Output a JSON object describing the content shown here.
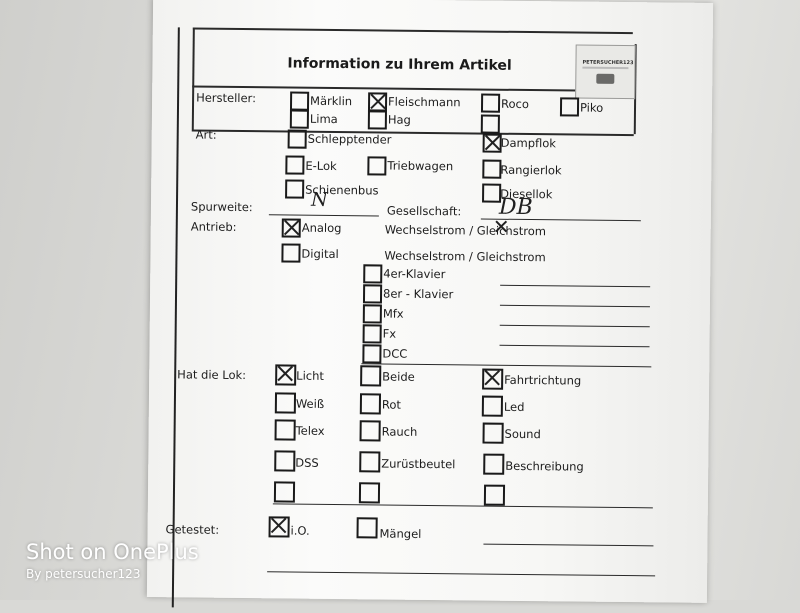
{
  "form": {
    "title": "Information zu Ihrem Artikel",
    "logo": {
      "text": "PETERSUCHER123"
    },
    "hersteller": {
      "label": "Hersteller:",
      "options": [
        {
          "label": "Märklin",
          "checked": false
        },
        {
          "label": "Fleischmann",
          "checked": true
        },
        {
          "label": "Roco",
          "checked": false
        },
        {
          "label": "Piko",
          "checked": false
        },
        {
          "label": "Lima",
          "checked": false
        },
        {
          "label": "Hag",
          "checked": false
        }
      ]
    },
    "art": {
      "label": "Art:",
      "options": [
        {
          "label": "Schlepptender",
          "checked": false
        },
        {
          "label": "Dampflok",
          "checked": true
        },
        {
          "label": "E-Lok",
          "checked": false
        },
        {
          "label": "Triebwagen",
          "checked": false
        },
        {
          "label": "Rangierlok",
          "checked": false
        },
        {
          "label": "Schienenbus",
          "checked": false
        },
        {
          "label": "Diesellok",
          "checked": false
        }
      ]
    },
    "spurweite": {
      "label": "Spurweite:",
      "value": "N"
    },
    "gesellschaft": {
      "label": "Gesellschaft:",
      "value": "DB"
    },
    "antrieb": {
      "label": "Antrieb:",
      "options": [
        {
          "label": "Analog",
          "checked": true
        },
        {
          "label": "Wechselstrom / Gleichstrom",
          "checked": false,
          "marked": "Gleichstrom"
        },
        {
          "label": "Digital",
          "checked": false
        },
        {
          "label": "Wechselstrom / Gleichstrom",
          "checked": false
        },
        {
          "label": "4er-Klavier",
          "checked": false
        },
        {
          "label": "8er - Klavier",
          "checked": false
        },
        {
          "label": "Mfx",
          "checked": false
        },
        {
          "label": "Fx",
          "checked": false
        },
        {
          "label": "DCC",
          "checked": false
        }
      ]
    },
    "lok": {
      "label": "Hat die Lok:",
      "options": [
        {
          "label": "Licht",
          "checked": true
        },
        {
          "label": "Beide",
          "checked": false
        },
        {
          "label": "Fahrtrichtung",
          "checked": true
        },
        {
          "label": "Weiß",
          "checked": false
        },
        {
          "label": "Rot",
          "checked": false
        },
        {
          "label": "Led",
          "checked": false
        },
        {
          "label": "Telex",
          "checked": false
        },
        {
          "label": "Rauch",
          "checked": false
        },
        {
          "label": "Sound",
          "checked": false
        },
        {
          "label": "DSS",
          "checked": false
        },
        {
          "label": "Zurüstbeutel",
          "checked": false
        },
        {
          "label": "Beschreibung",
          "checked": false
        }
      ]
    },
    "getestet": {
      "label": "Getestet:",
      "options": [
        {
          "label": "i.O.",
          "checked": true
        },
        {
          "label": "Mängel",
          "checked": false
        }
      ]
    }
  },
  "watermark": {
    "main": "Shot on OnePlus",
    "sub": "By petersucher123"
  }
}
